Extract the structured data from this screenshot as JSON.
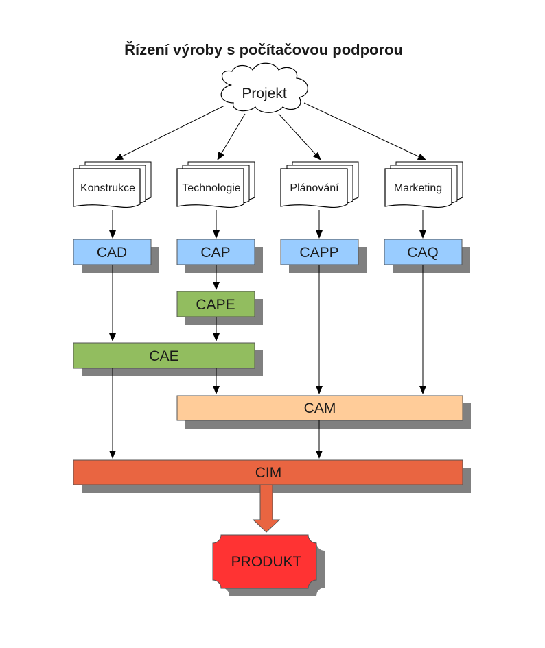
{
  "title": "Řízení výroby s počítačovou podporou",
  "project": {
    "label": "Projekt"
  },
  "documents": [
    {
      "label": "Konstrukce"
    },
    {
      "label": "Technologie"
    },
    {
      "label": "Plánování"
    },
    {
      "label": "Marketing"
    }
  ],
  "boxes": {
    "cad": {
      "label": "CAD"
    },
    "cap": {
      "label": "CAP"
    },
    "capp": {
      "label": "CAPP"
    },
    "caq": {
      "label": "CAQ"
    },
    "cape": {
      "label": "CAPE"
    },
    "cae": {
      "label": "CAE"
    },
    "cam": {
      "label": "CAM"
    },
    "cim": {
      "label": "CIM"
    }
  },
  "product": {
    "label": "PRODUKT"
  },
  "colors": {
    "blue": "#99ccff",
    "green": "#92bd5f",
    "peach": "#ffcc99",
    "cim": "#e96541",
    "product": "#ff3333",
    "shadow": "#808080"
  }
}
